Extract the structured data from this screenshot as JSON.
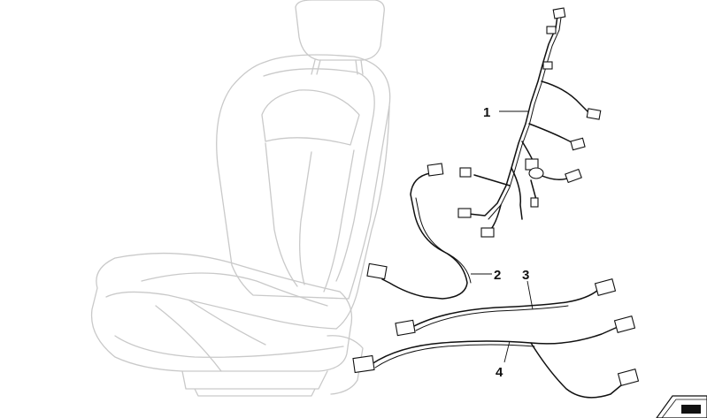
{
  "callouts": {
    "c1": "1",
    "c2": "2",
    "c3": "3",
    "c4": "4"
  },
  "colors": {
    "seat_outline": "#c9c9c9",
    "wiring": "#111111",
    "background": "#ffffff"
  }
}
